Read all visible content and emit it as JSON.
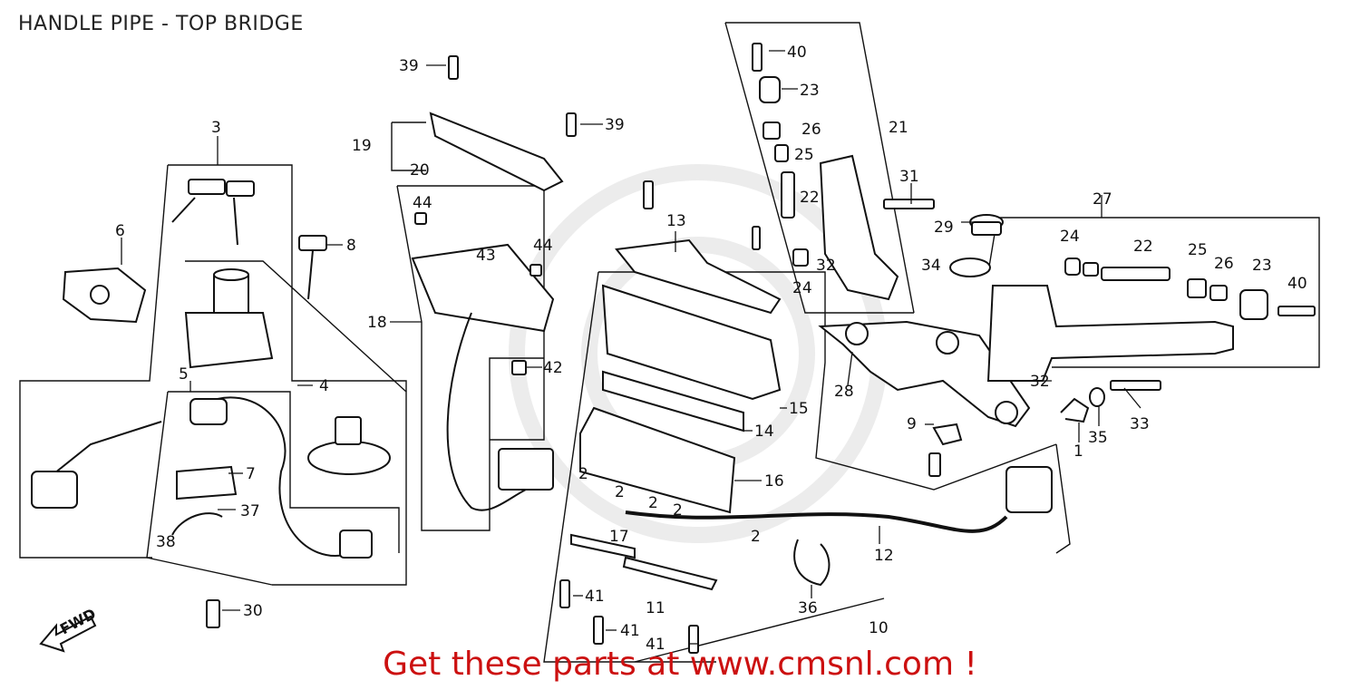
{
  "title": "HANDLE PIPE - TOP BRIDGE",
  "fwd_label": "FWD",
  "promo": "Get these parts at www.cmsnl.com !",
  "labels": [
    {
      "id": "lbl-1",
      "text": "1"
    },
    {
      "id": "lbl-2a",
      "text": "2"
    },
    {
      "id": "lbl-2b",
      "text": "2"
    },
    {
      "id": "lbl-2c",
      "text": "2"
    },
    {
      "id": "lbl-2d",
      "text": "2"
    },
    {
      "id": "lbl-2e",
      "text": "2"
    },
    {
      "id": "lbl-3",
      "text": "3"
    },
    {
      "id": "lbl-4",
      "text": "4"
    },
    {
      "id": "lbl-5",
      "text": "5"
    },
    {
      "id": "lbl-6",
      "text": "6"
    },
    {
      "id": "lbl-7",
      "text": "7"
    },
    {
      "id": "lbl-8",
      "text": "8"
    },
    {
      "id": "lbl-9",
      "text": "9"
    },
    {
      "id": "lbl-10",
      "text": "10"
    },
    {
      "id": "lbl-11",
      "text": "11"
    },
    {
      "id": "lbl-12",
      "text": "12"
    },
    {
      "id": "lbl-13",
      "text": "13"
    },
    {
      "id": "lbl-14",
      "text": "14"
    },
    {
      "id": "lbl-15",
      "text": "15"
    },
    {
      "id": "lbl-16",
      "text": "16"
    },
    {
      "id": "lbl-17",
      "text": "17"
    },
    {
      "id": "lbl-18",
      "text": "18"
    },
    {
      "id": "lbl-19",
      "text": "19"
    },
    {
      "id": "lbl-20",
      "text": "20"
    },
    {
      "id": "lbl-21",
      "text": "21"
    },
    {
      "id": "lbl-22a",
      "text": "22"
    },
    {
      "id": "lbl-22b",
      "text": "22"
    },
    {
      "id": "lbl-23a",
      "text": "23"
    },
    {
      "id": "lbl-23b",
      "text": "23"
    },
    {
      "id": "lbl-24a",
      "text": "24"
    },
    {
      "id": "lbl-24b",
      "text": "24"
    },
    {
      "id": "lbl-25a",
      "text": "25"
    },
    {
      "id": "lbl-25b",
      "text": "25"
    },
    {
      "id": "lbl-26a",
      "text": "26"
    },
    {
      "id": "lbl-26b",
      "text": "26"
    },
    {
      "id": "lbl-27",
      "text": "27"
    },
    {
      "id": "lbl-28",
      "text": "28"
    },
    {
      "id": "lbl-29",
      "text": "29"
    },
    {
      "id": "lbl-30",
      "text": "30"
    },
    {
      "id": "lbl-31",
      "text": "31"
    },
    {
      "id": "lbl-32a",
      "text": "32"
    },
    {
      "id": "lbl-32b",
      "text": "32"
    },
    {
      "id": "lbl-33",
      "text": "33"
    },
    {
      "id": "lbl-34",
      "text": "34"
    },
    {
      "id": "lbl-35",
      "text": "35"
    },
    {
      "id": "lbl-36",
      "text": "36"
    },
    {
      "id": "lbl-37",
      "text": "37"
    },
    {
      "id": "lbl-38",
      "text": "38"
    },
    {
      "id": "lbl-39a",
      "text": "39"
    },
    {
      "id": "lbl-39b",
      "text": "39"
    },
    {
      "id": "lbl-40a",
      "text": "40"
    },
    {
      "id": "lbl-40b",
      "text": "40"
    },
    {
      "id": "lbl-41a",
      "text": "41"
    },
    {
      "id": "lbl-41b",
      "text": "41"
    },
    {
      "id": "lbl-41c",
      "text": "41"
    },
    {
      "id": "lbl-42",
      "text": "42"
    },
    {
      "id": "lbl-43",
      "text": "43"
    },
    {
      "id": "lbl-44a",
      "text": "44"
    },
    {
      "id": "lbl-44b",
      "text": "44"
    }
  ]
}
